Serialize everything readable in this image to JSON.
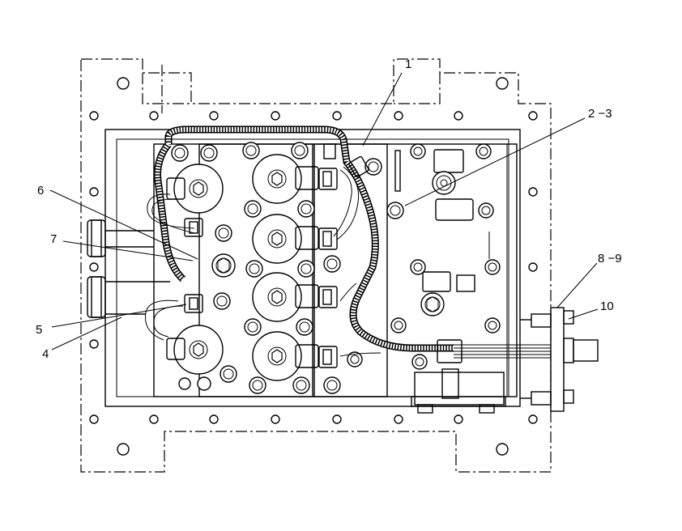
{
  "callouts": [
    {
      "id": "c1",
      "label": "1"
    },
    {
      "id": "c2",
      "label": "2 −3"
    },
    {
      "id": "c6",
      "label": "6"
    },
    {
      "id": "c7",
      "label": "7"
    },
    {
      "id": "c89",
      "label": "8 −9"
    },
    {
      "id": "c10",
      "label": "10"
    },
    {
      "id": "c5",
      "label": "5"
    },
    {
      "id": "c4",
      "label": "4"
    }
  ]
}
